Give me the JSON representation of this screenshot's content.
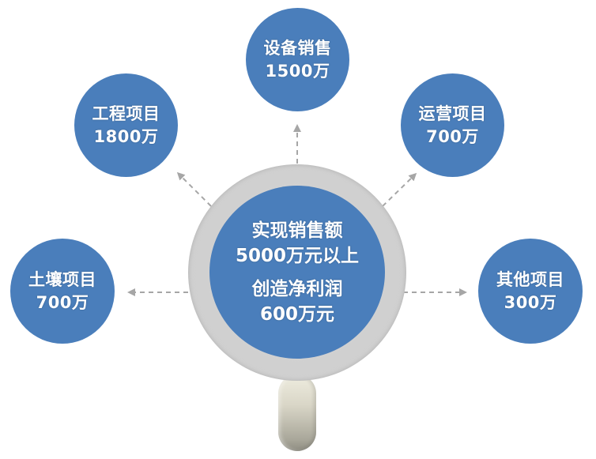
{
  "diagram": {
    "center": {
      "line1": "实现销售额",
      "line2": "5000万元以上",
      "line3": "创造净利润",
      "line4": "600万元"
    },
    "nodes": [
      {
        "name": "工程项目",
        "value": "1800万"
      },
      {
        "name": "设备销售",
        "value": "1500万"
      },
      {
        "name": "运营项目",
        "value": "700万"
      },
      {
        "name": "土壤项目",
        "value": "700万"
      },
      {
        "name": "其他项目",
        "value": "300万"
      }
    ],
    "colors": {
      "node_fill": "#4a7ebb",
      "ring": "#c8c8c8",
      "arrow": "#a6a6a6",
      "handle": "#d9d6c7",
      "text": "#ffffff"
    }
  }
}
